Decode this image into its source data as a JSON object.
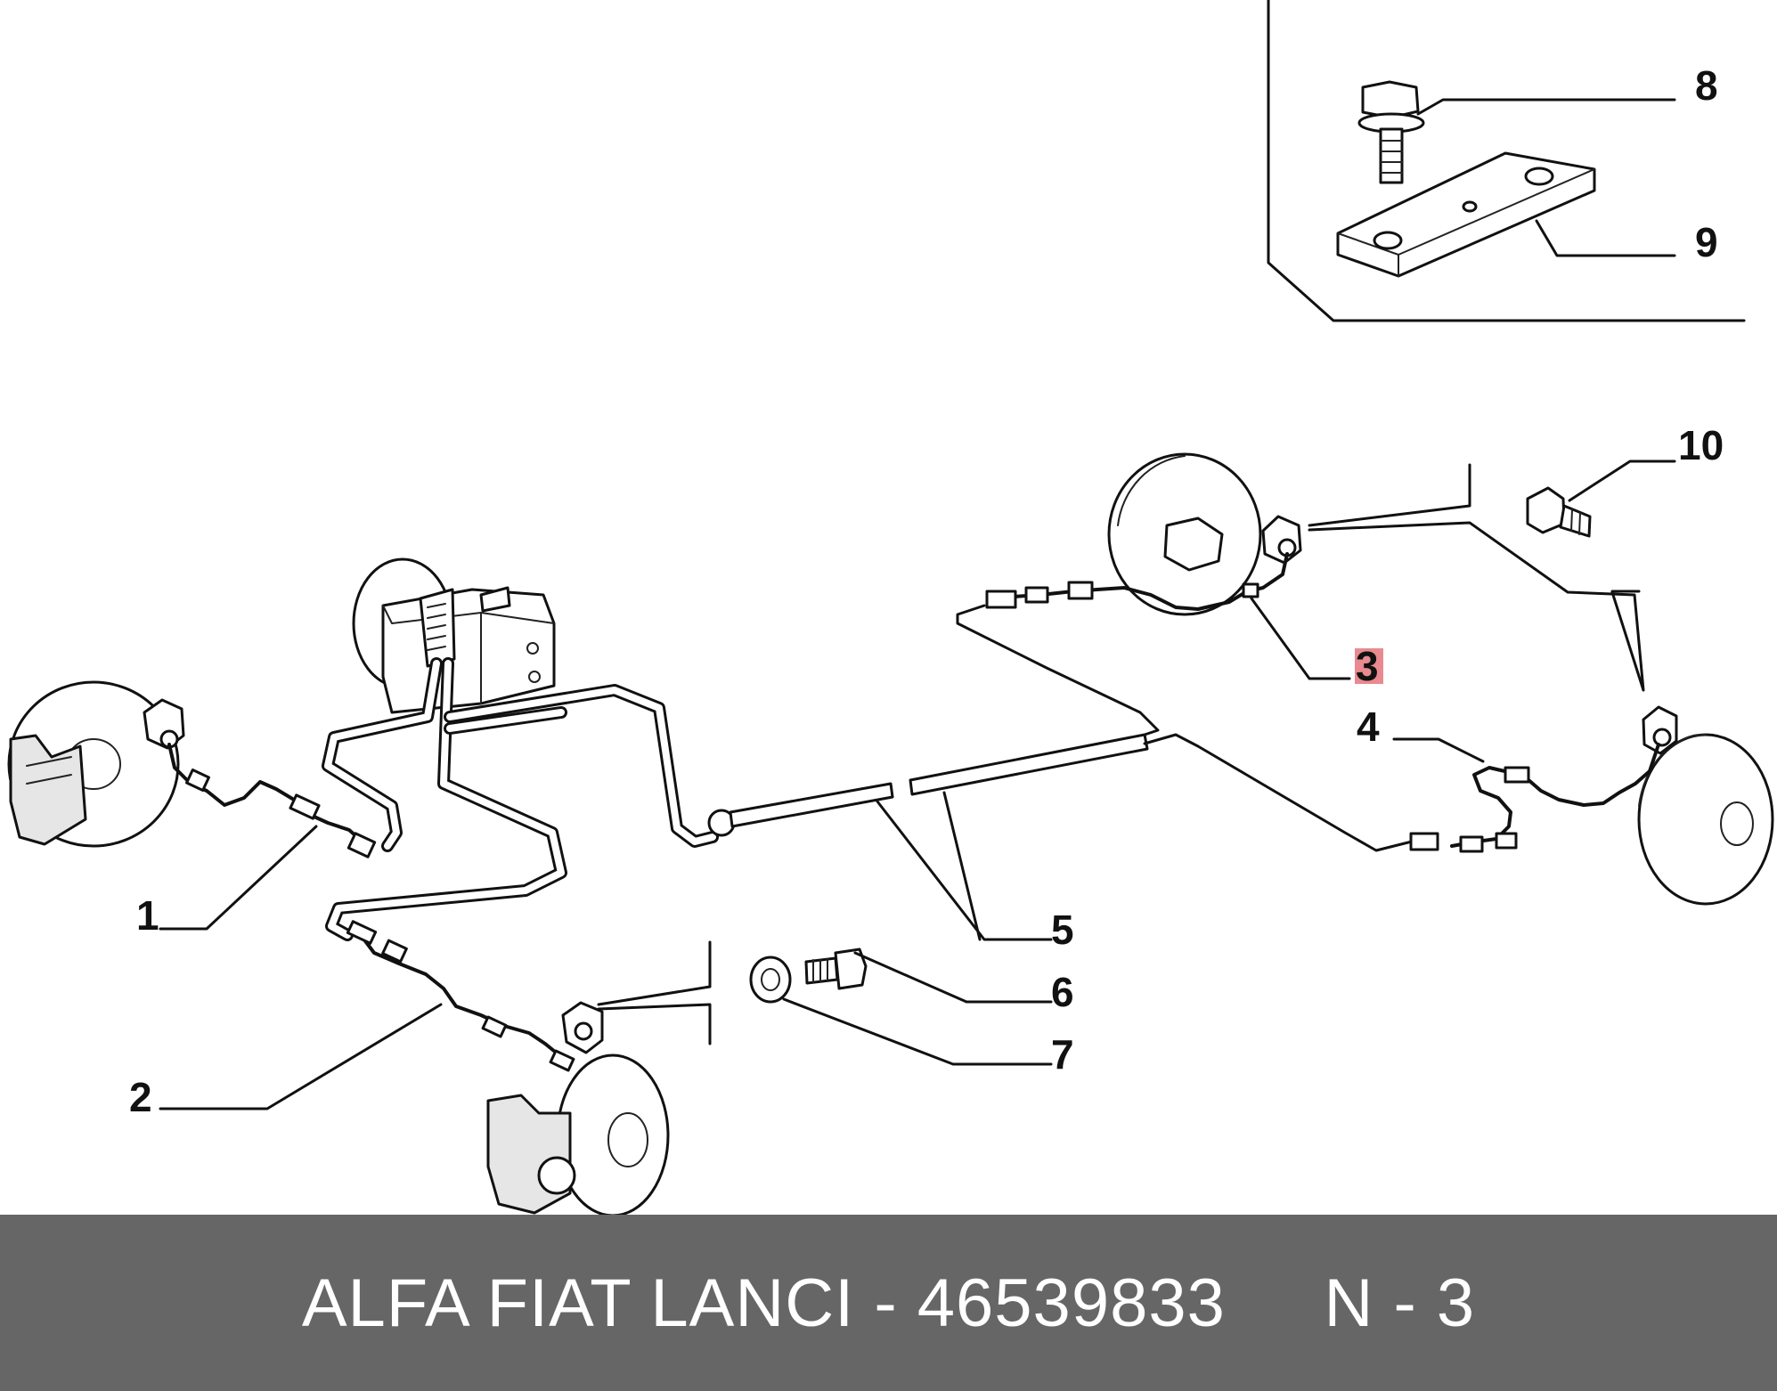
{
  "callouts": {
    "c1": "1",
    "c2": "2",
    "c3": "3",
    "c4": "4",
    "c5": "5",
    "c6": "6",
    "c7": "7",
    "c8": "8",
    "c9": "9",
    "c10": "10"
  },
  "highlighted_callout": "3",
  "footer": {
    "text": "ALFA FIAT LANCI - 46539833     N - 3"
  },
  "colors": {
    "footer_background": "#666666",
    "footer_text": "#ffffff",
    "highlight": "#e88a8f",
    "line_art": "#111111"
  }
}
